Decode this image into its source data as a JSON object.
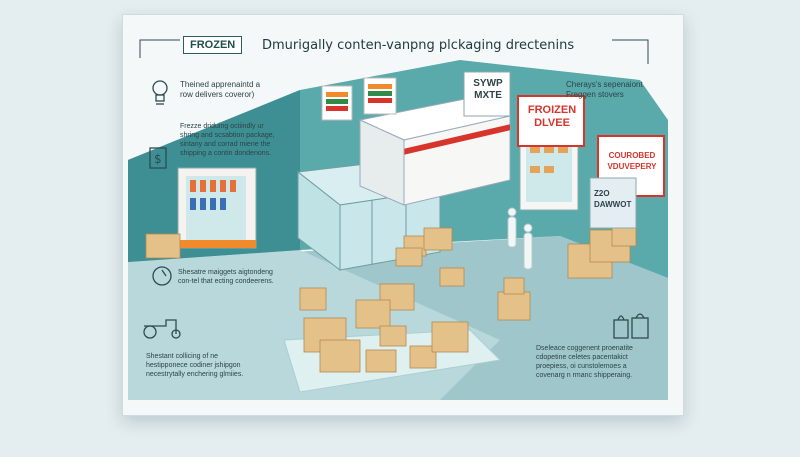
{
  "header": {
    "tag": "FROZEN",
    "title": "Dmurigally conten-vanpng plckaging drectenins"
  },
  "callouts": {
    "left_top": "Theined apprenaintd a\nrow delivers coveror)",
    "left_mid": "Frezze driduing octiindly ur\nshring and scsabtion package,\nsintany and corrad miene the\nshipping a contin dondenons.",
    "left_low": "Shesatre maiggets aigtondeng\ncon-tel that ecting condeerens.",
    "left_bottom": "Shestant collicing of ne\nhestipponece codiner jshipgon\nnecestrytally enchering glmiies.",
    "right_top": "Cherays's sepenaiont\nFreggen stovers",
    "right_bottom": "Dseleace coggenent proenatite\ncdopetine celetes pacentakict\nproepiess, oi cunstolemoes a\ncovenarg n rmanc shipperaing."
  },
  "store_signs": {
    "sign_sym": "SYWP\nMXTE",
    "sign_frozen": "FROIZEN\nDLVEE",
    "sign_coupon": "COUROBED\nVDUVEPERY",
    "sign_date": "Z2O\nDAWWOT"
  },
  "icons": [
    "lightbulb-icon",
    "dollar-icon",
    "scale-icon",
    "tractor-icon",
    "bags-icon"
  ],
  "colors": {
    "accent_teal": "#2e6e6a",
    "brand_red": "#d7352b",
    "brand_orange": "#f08a2b",
    "brand_green": "#2f8a4b",
    "box_tan": "#e5c18a"
  }
}
